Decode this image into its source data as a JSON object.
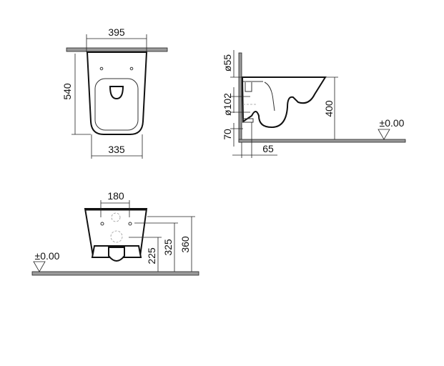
{
  "top_view": {
    "width_top": "395",
    "length": "540",
    "width_bottom": "335"
  },
  "side_view": {
    "pipe_diameter_55": "ø55",
    "pipe_diameter_102": "ø102",
    "height_70": "70",
    "offset_65": "65",
    "height_400": "400",
    "floor_level": "±0.00"
  },
  "front_view": {
    "hole_spacing": "180",
    "height_225": "225",
    "height_325": "325",
    "height_360": "360",
    "floor_level": "±0.00"
  },
  "colors": {
    "wall_hatch": "#9a9a9a",
    "line": "#111111"
  }
}
